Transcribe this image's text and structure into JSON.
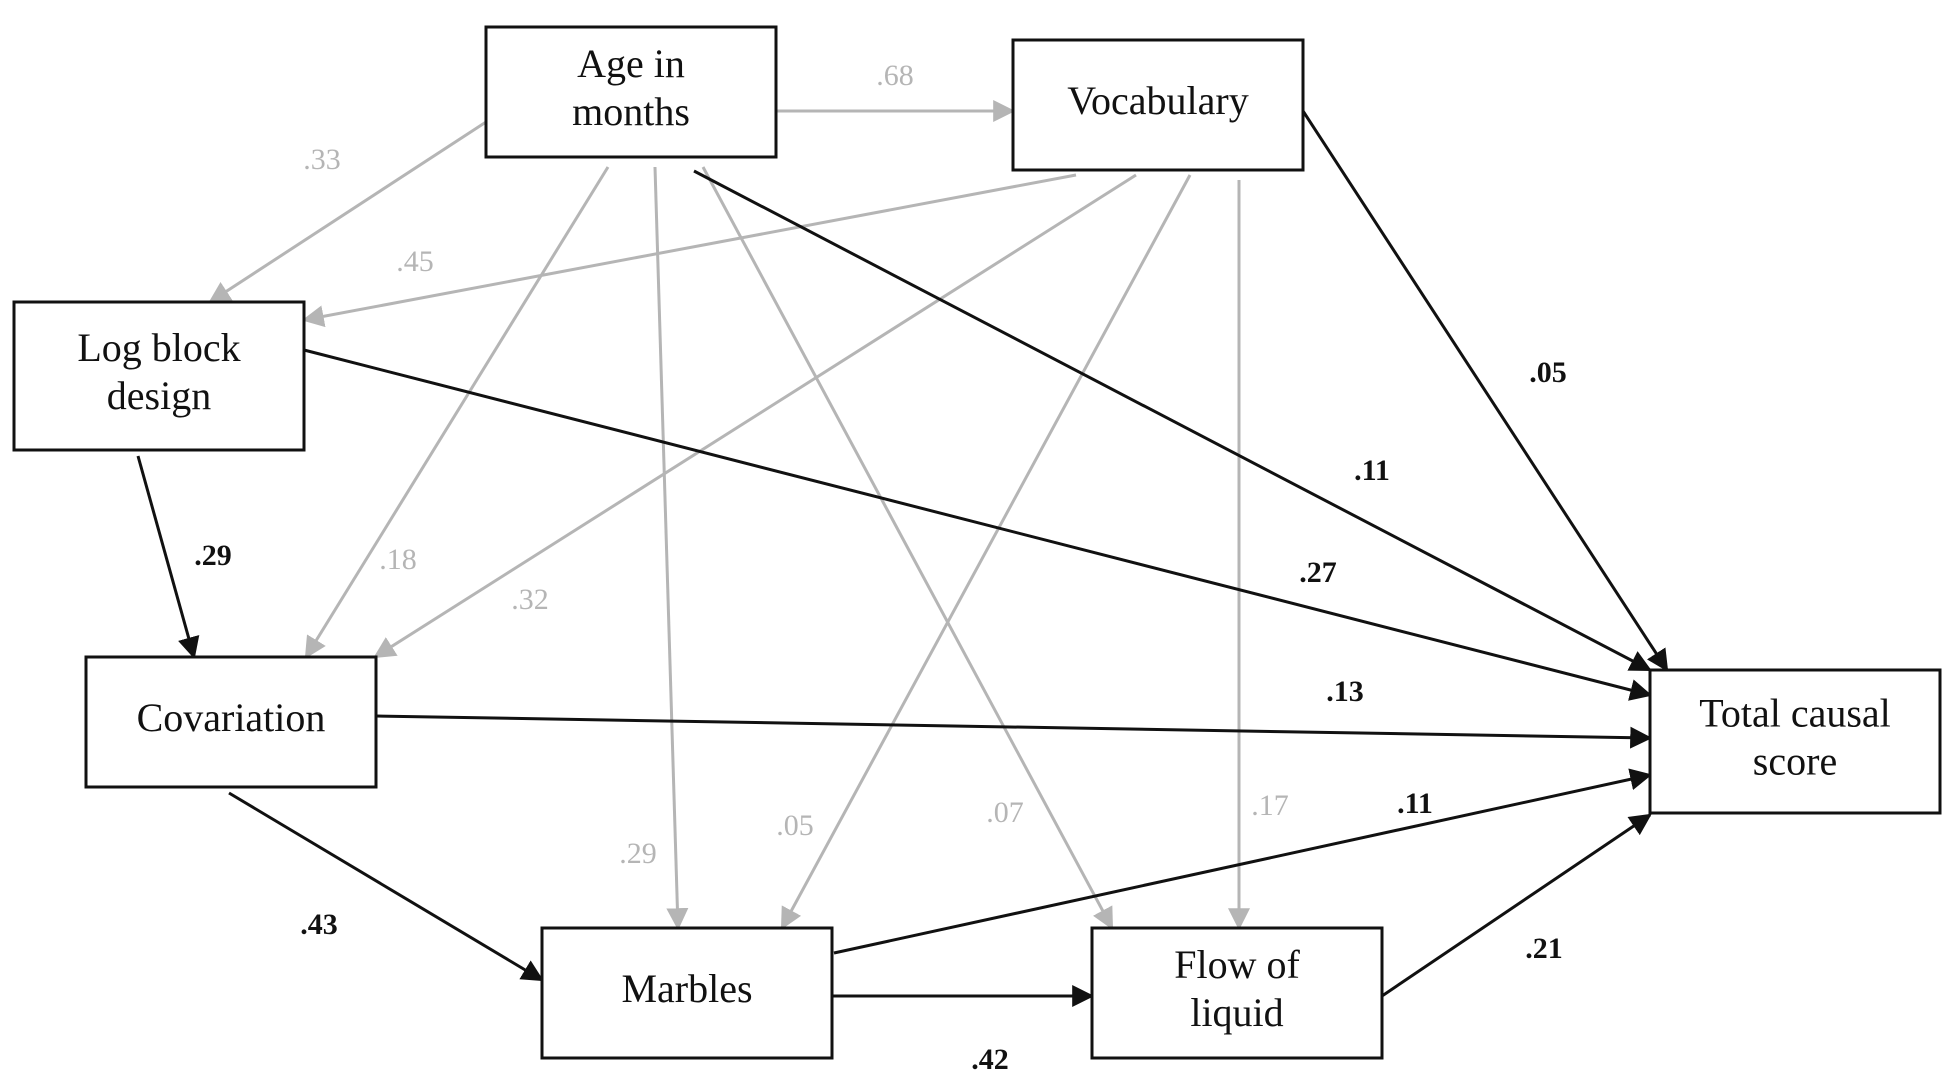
{
  "colors": {
    "significant": "#111111",
    "nonsignificant": "#b5b5b5",
    "box_border": "#111111",
    "background": "#ffffff"
  },
  "nodes": [
    {
      "id": "age",
      "name": "node-age-in-months",
      "lines": [
        "Age in",
        "months"
      ]
    },
    {
      "id": "vocab",
      "name": "node-vocabulary",
      "lines": [
        "Vocabulary"
      ]
    },
    {
      "id": "logblock",
      "name": "node-log-block-design",
      "lines": [
        "Log block",
        "design"
      ]
    },
    {
      "id": "covariation",
      "name": "node-covariation",
      "lines": [
        "Covariation"
      ]
    },
    {
      "id": "marbles",
      "name": "node-marbles",
      "lines": [
        "Marbles"
      ]
    },
    {
      "id": "flow",
      "name": "node-flow-of-liquid",
      "lines": [
        "Flow of",
        "liquid"
      ]
    },
    {
      "id": "total",
      "name": "node-total-causal-score",
      "lines": [
        "Total causal",
        "score"
      ]
    }
  ],
  "edges": [
    {
      "id": "age-vocab",
      "from": "age",
      "to": "vocab",
      "label": ".68",
      "significant": false
    },
    {
      "id": "age-logblock",
      "from": "age",
      "to": "logblock",
      "label": ".33",
      "significant": false
    },
    {
      "id": "vocab-logblock",
      "from": "vocab",
      "to": "logblock",
      "label": ".45",
      "significant": false
    },
    {
      "id": "age-covariation",
      "from": "age",
      "to": "covariation",
      "label": ".18",
      "significant": false
    },
    {
      "id": "vocab-covariation",
      "from": "vocab",
      "to": "covariation",
      "label": ".32",
      "significant": false
    },
    {
      "id": "age-marbles",
      "from": "age",
      "to": "marbles",
      "label": ".29",
      "significant": false
    },
    {
      "id": "vocab-marbles",
      "from": "vocab",
      "to": "marbles",
      "label": ".05",
      "significant": false
    },
    {
      "id": "age-flow",
      "from": "age",
      "to": "flow",
      "label": ".07",
      "significant": false
    },
    {
      "id": "vocab-flow",
      "from": "vocab",
      "to": "flow",
      "label": ".17",
      "significant": false
    },
    {
      "id": "vocab-total",
      "from": "vocab",
      "to": "total",
      "label": ".05",
      "significant": true
    },
    {
      "id": "age-total",
      "from": "age",
      "to": "total",
      "label": ".11",
      "significant": true
    },
    {
      "id": "logblock-total",
      "from": "logblock",
      "to": "total",
      "label": ".27",
      "significant": true
    },
    {
      "id": "logblock-covariation",
      "from": "logblock",
      "to": "covariation",
      "label": ".29",
      "significant": true
    },
    {
      "id": "covariation-total",
      "from": "covariation",
      "to": "total",
      "label": ".13",
      "significant": true
    },
    {
      "id": "marbles-total",
      "from": "marbles",
      "to": "total",
      "label": ".11",
      "significant": true
    },
    {
      "id": "covariation-marbles",
      "from": "covariation",
      "to": "marbles",
      "label": ".43",
      "significant": true
    },
    {
      "id": "marbles-flow",
      "from": "marbles",
      "to": "flow",
      "label": ".42",
      "significant": true
    },
    {
      "id": "flow-total",
      "from": "flow",
      "to": "total",
      "label": ".21",
      "significant": true
    }
  ]
}
